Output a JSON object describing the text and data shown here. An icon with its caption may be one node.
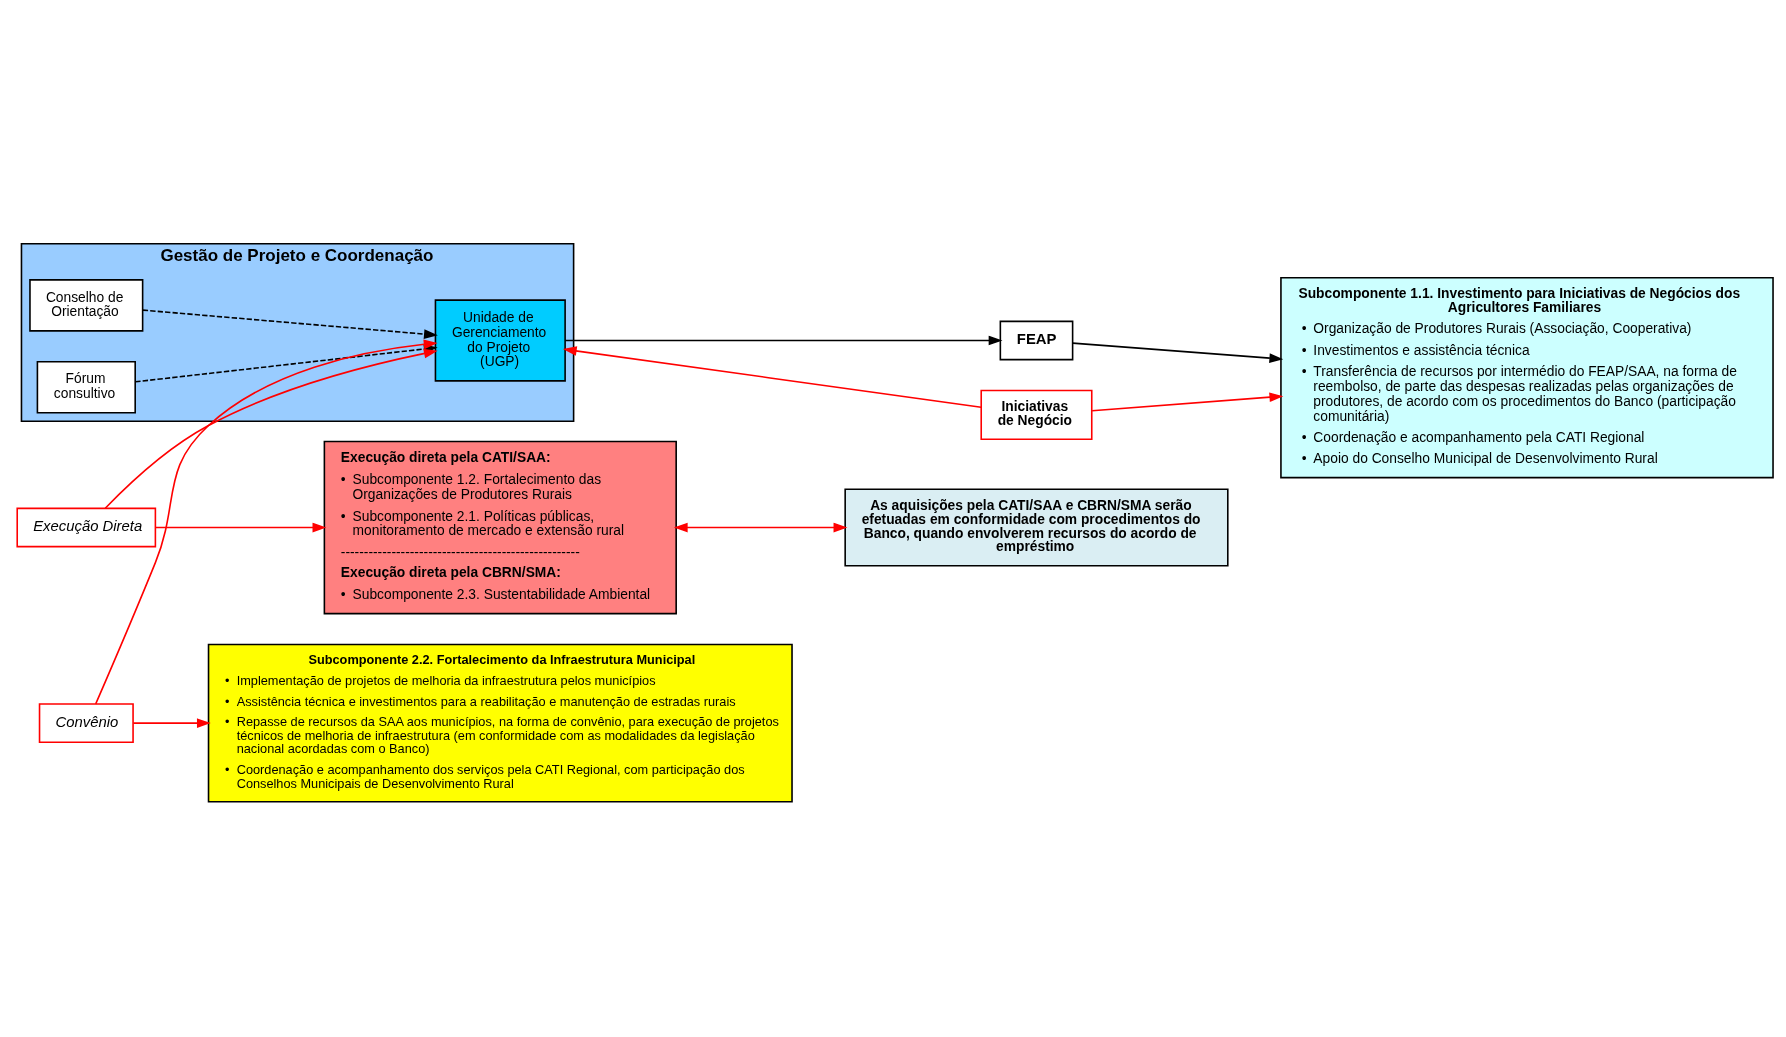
{
  "diagram": {
    "nodes": [
      {
        "text": [
          "Gestão de Projeto e Coordenação"
        ]
      },
      {
        "text": [
          "Conselho de Orientação"
        ],
        "in": 0
      },
      {
        "text": [
          "Fórum consultivo"
        ],
        "in": 0
      },
      {
        "text": [
          "Unidade de Gerenciamento do Projeto (UGP)"
        ],
        "in": 0
      },
      {
        "text": [
          "Iniciativas de Negócio"
        ]
      },
      {
        "text": [
          "FEAP"
        ]
      },
      {
        "text": [
          "Subcomponente 1.1. Investimento para Iniciativas de Negócios dos Agricultores Familiares",
          "• Organização de Produtores Rurais (Associação, Cooperativa)",
          "• Investimentos e assistência técnica",
          "• Transferência de recursos por intermédio do FEAP/SAA, na forma de reembolso, de parte das despesas realizadas pelas organizações de produtores, de acordo com os procedimentos do Banco (participação comunitária)",
          "• Coordenação e acompanhamento pela CATI Regional",
          "• Apoio do Conselho Municipal de Desenvolvimento Rural"
        ]
      },
      {
        "text": [
          "Execução Direta"
        ]
      },
      {
        "text": [
          "Convênio"
        ]
      },
      {
        "text": [
          "Execução direta pela CATI/SAA:",
          "• Subcomponente 1.2. Fortalecimento das Organizações de Produtores Rurais",
          "• Subcomponente 2.1. Políticas públicas, monitoramento de mercado e extensão rural",
          "----------------------------------------------------",
          "Execução direta pela CBRN/SMA:",
          "• Subcomponente 2.3. Sustentabilidade Ambiental"
        ]
      },
      {
        "text": [
          "Subcomponente 2.2. Fortalecimento da Infraestrutura Municipal",
          "• Implementação de projetos de melhoria da infraestrutura pelos municípios",
          "• Assistência técnica e investimentos para a reabilitação e manutenção de estradas rurais",
          "• Repasse de recursos da SAA aos municípios, na forma de convênio, para execução de projetos técnicos de melhoria de infraestrutura (em conformidade com as modalidades da legislação nacional acordadas com o Banco)",
          "• Coordenação e acompanhamento dos serviços pela CATI Regional, com participação dos Conselhos Municipais de Desenvolvimento Rural"
        ]
      },
      {
        "text": [
          "As aquisições pela CATI/SAA e CBRN/SMA serão efetuadas em conformidade com procedimentos do Banco, quando envolverem recursos do acordo de empréstimo"
        ]
      }
    ],
    "edges": [
      {
        "from": 1,
        "to": 3,
        "arrow": "to",
        "style": "dashed",
        "color": "#000000"
      },
      {
        "from": 2,
        "to": 3,
        "arrow": "to",
        "style": "dashed",
        "color": "#000000"
      },
      {
        "from": 4,
        "to": 3,
        "arrow": "to"
      },
      {
        "from": 4,
        "to": 6,
        "arrow": "to"
      },
      {
        "from": 3,
        "to": 5,
        "arrow": "to",
        "color": "#000000"
      },
      {
        "from": 5,
        "to": 6,
        "arrow": "to",
        "color": "#000000"
      },
      {
        "from": 7,
        "to": 3,
        "arrow": "to"
      },
      {
        "from": 7,
        "to": 9,
        "arrow": "to"
      },
      {
        "from": 8,
        "to": 3,
        "arrow": "to"
      },
      {
        "from": 8,
        "to": 10,
        "arrow": "to"
      },
      {
        "from": 9,
        "to": 11,
        "arrow": "both"
      }
    ]
  }
}
